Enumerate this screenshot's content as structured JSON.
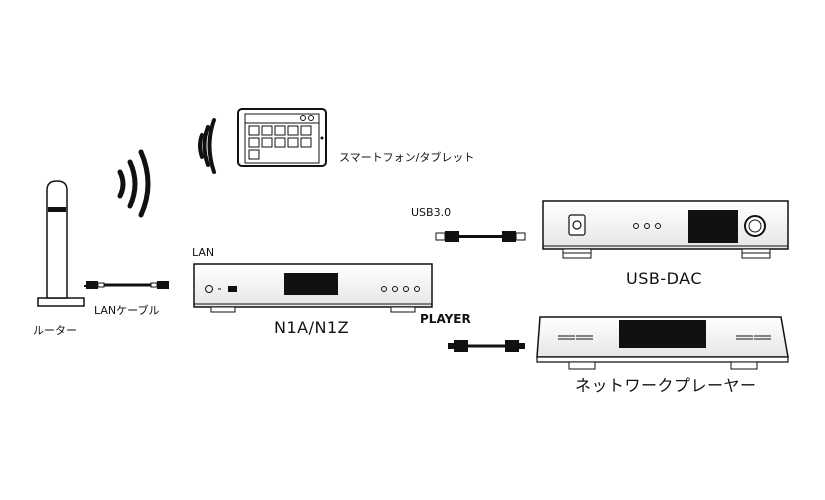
{
  "labels": {
    "smartphone": "スマートフォン/タブレット",
    "router": "ルーター",
    "lan_cable": "LANケーブル",
    "lan": "LAN",
    "n1": "N1A/N1Z",
    "usb30": "USB3.0",
    "usb_dac": "USB-DAC",
    "player": "PLAYER",
    "network_player": "ネットワークプレーヤー"
  },
  "icons": [
    "wifi-waves-icon",
    "tablet-icon",
    "router-icon",
    "cable-icon"
  ]
}
